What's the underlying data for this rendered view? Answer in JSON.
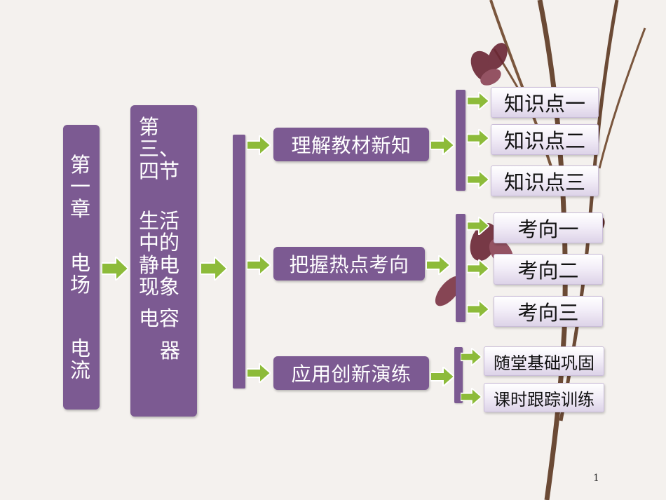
{
  "chapter": {
    "col1": [
      "第",
      "一",
      "章"
    ],
    "col2": [
      "电",
      "场"
    ],
    "col3": [
      "电",
      "流"
    ]
  },
  "section": {
    "line1": "第三、",
    "line2": "四节",
    "line3": "生活",
    "line4": "中的",
    "line5": "静电",
    "line6": "现象",
    "line7": "电容",
    "line8": "器"
  },
  "categories": [
    {
      "label": "理解教材新知",
      "items": [
        "知识点一",
        "知识点二",
        "知识点三"
      ]
    },
    {
      "label": "把握热点考向",
      "items": [
        "考向一",
        "考向二",
        "考向三"
      ]
    },
    {
      "label": "应用创新演练",
      "items": [
        "随堂基础巩固",
        "课时跟踪训练"
      ]
    }
  ],
  "page_number": "1",
  "colors": {
    "purple": "#7c5a92",
    "arrow_green": "#8dbb3a"
  }
}
